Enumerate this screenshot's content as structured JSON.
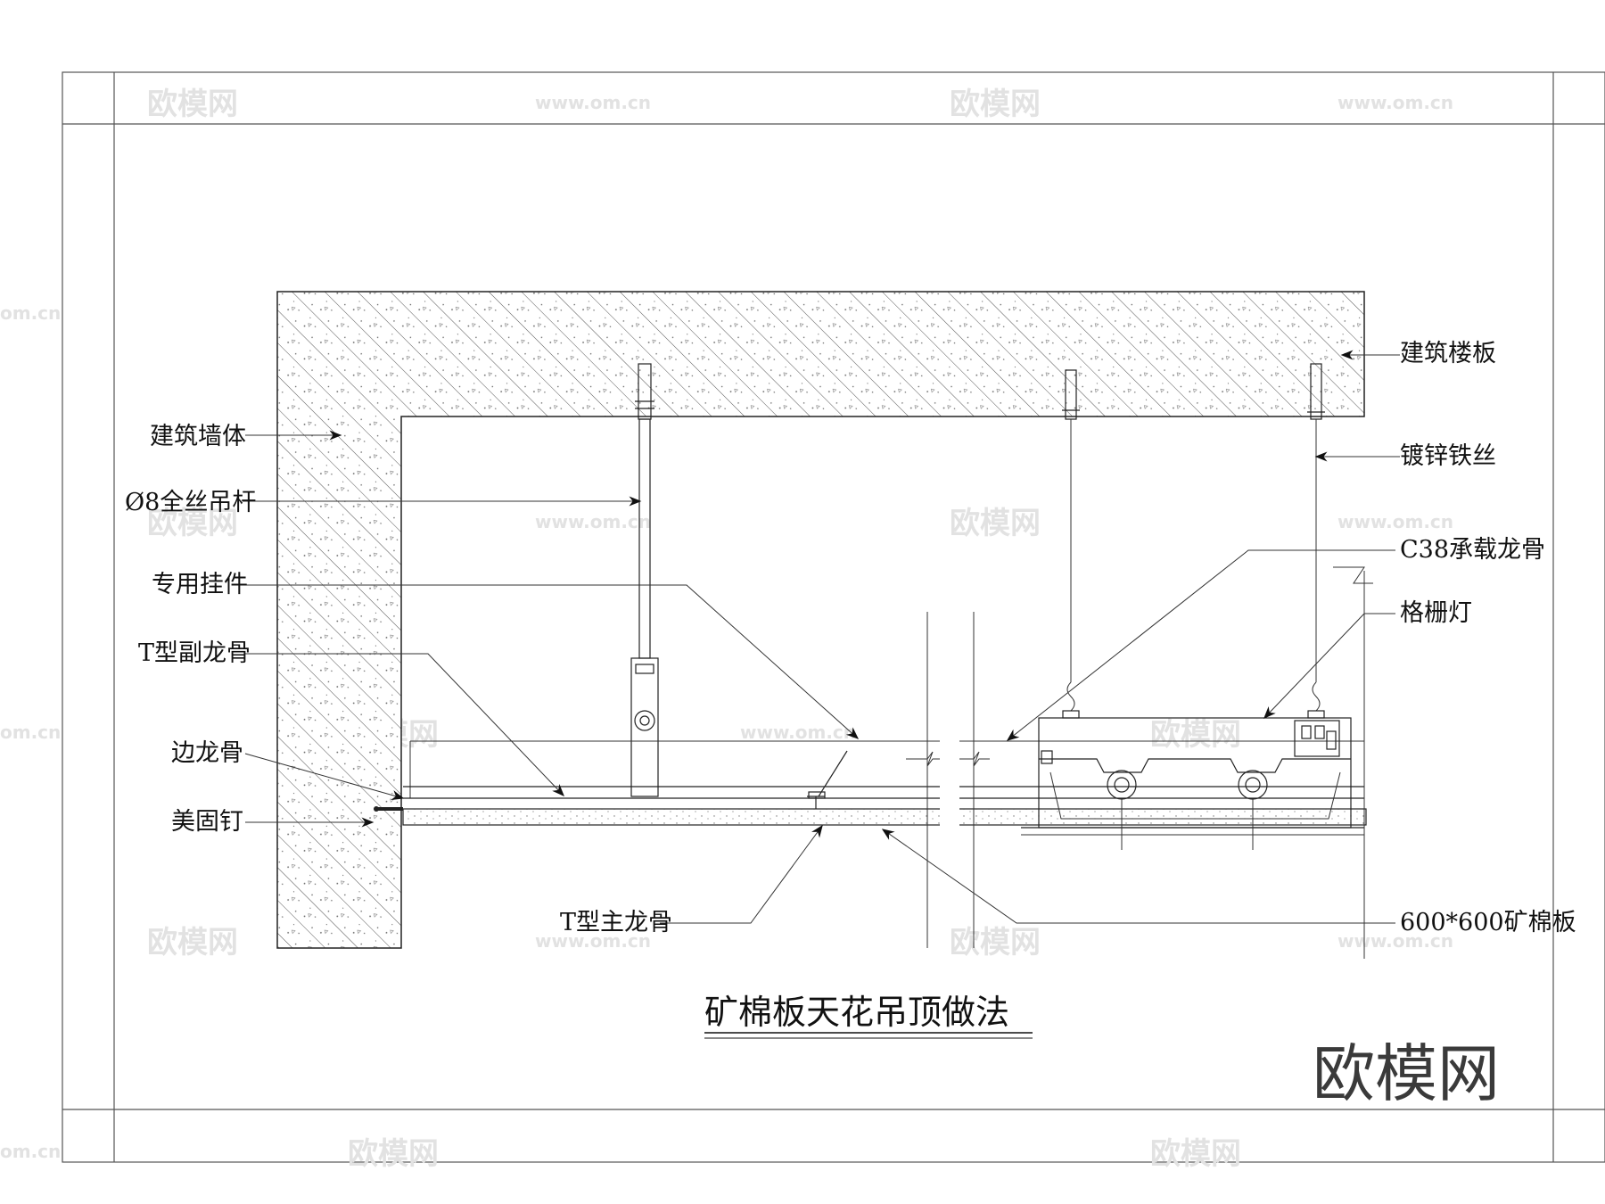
{
  "title": "矿棉板天花吊顶做法",
  "labels": {
    "wall": "建筑墙体",
    "slab": "建筑楼板",
    "rod": "Ø8全丝吊杆",
    "wire": "镀锌铁丝",
    "hanger": "专用挂件",
    "c38": "C38承载龙骨",
    "t_sub": "T型副龙骨",
    "grille_light": "格栅灯",
    "edge_keel": "边龙骨",
    "nail": "美固钉",
    "t_main": "T型主龙骨",
    "board": "600*600矿棉板"
  },
  "watermarks": {
    "brand": "欧模网",
    "url": "www.om.cn",
    "url_short": "om.cn"
  }
}
